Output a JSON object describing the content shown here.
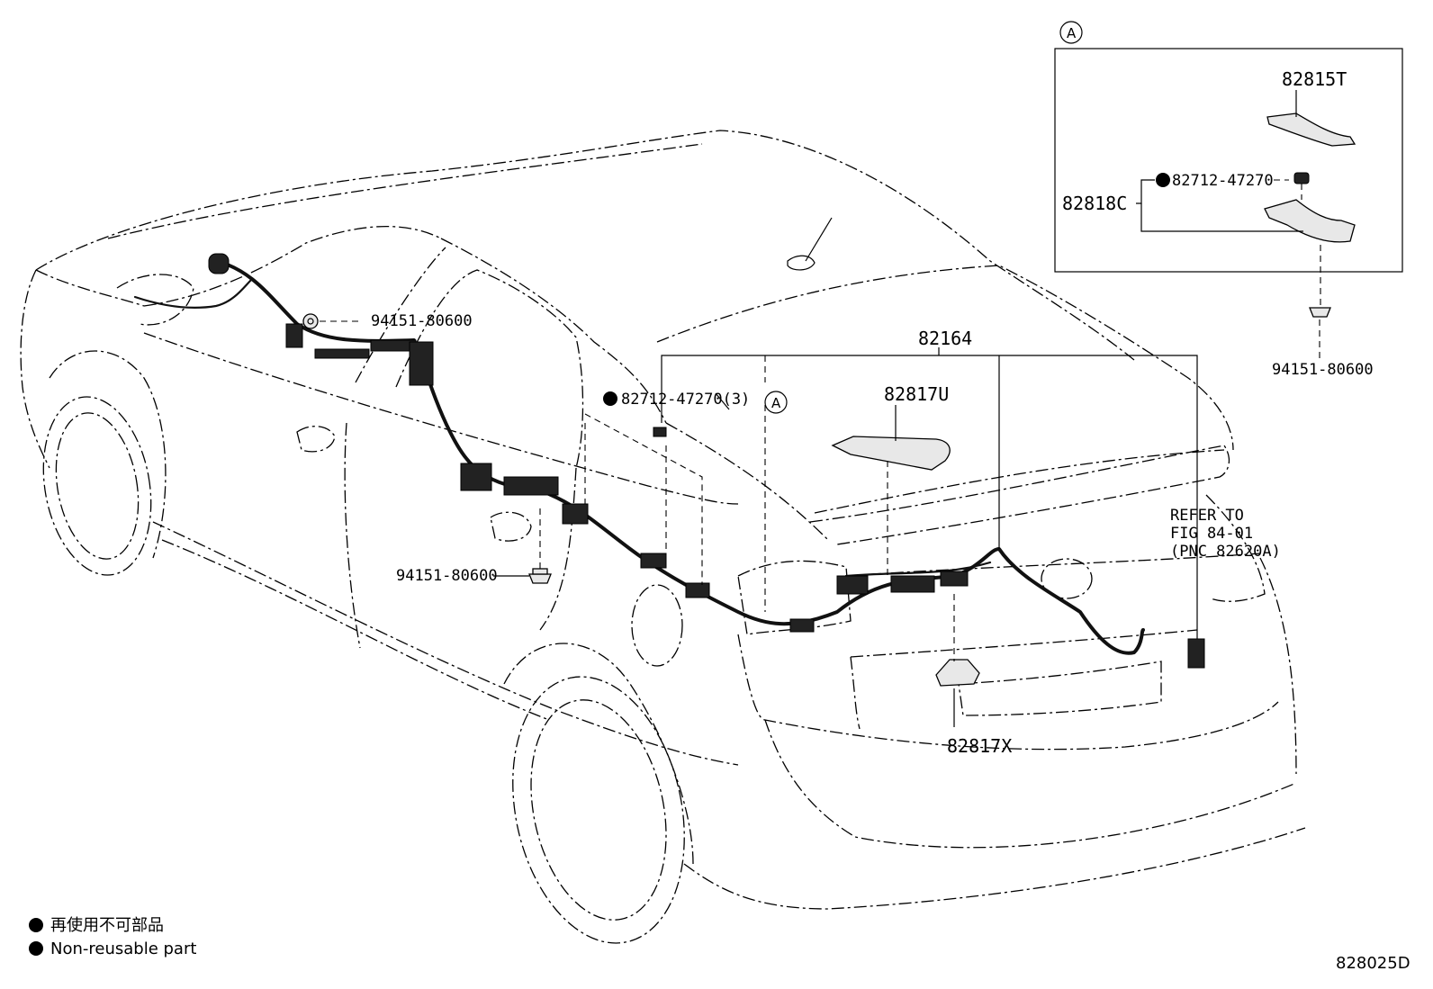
{
  "labels": {
    "clip_upper": "94151-80600",
    "clip_mid": "94151-80600",
    "clip_right": "94151-80600",
    "tape_main": "82712-47270(3)",
    "tape_inset": "82712-47270",
    "harness": "82164",
    "cover_u": "82817U",
    "cover_x": "82817X",
    "cover_t": "82815T",
    "cover_c": "82818C",
    "refer_line1": "REFER TO",
    "refer_line2": "FIG 84-01",
    "refer_line3": "(PNC 82620A)",
    "ref_a_main": "A",
    "ref_a_inset": "A"
  },
  "legend": {
    "japanese": "再使用不可部品",
    "english": "Non-reusable part"
  },
  "figure_code": "828025D"
}
